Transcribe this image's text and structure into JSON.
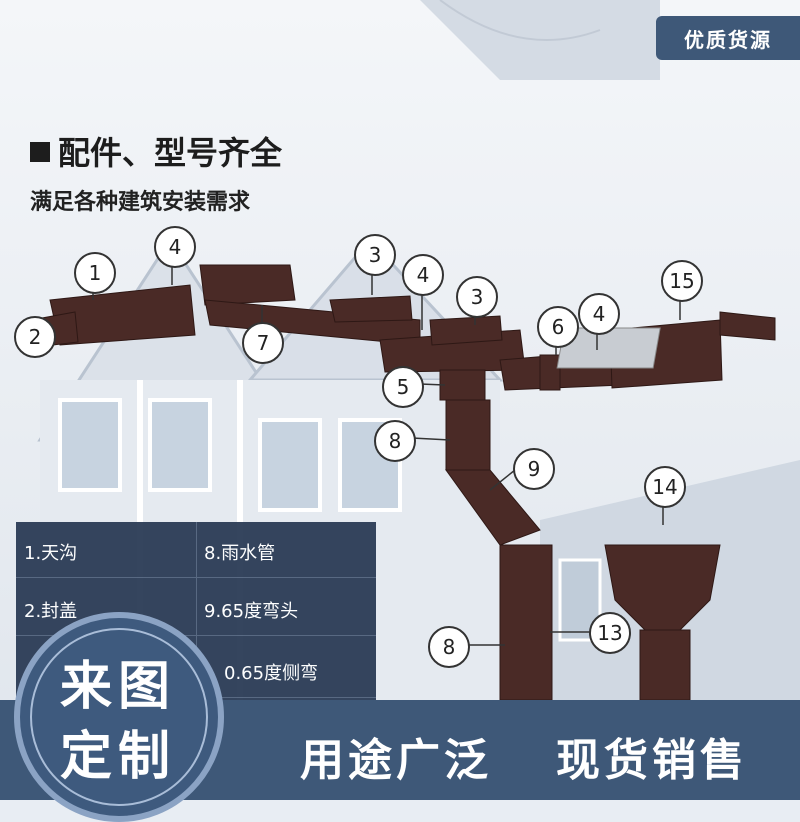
{
  "badge": "优质货源",
  "heading": "配件、型号齐全",
  "subheading": "满足各种建筑安装需求",
  "callouts": {
    "c1": "1",
    "c2": "2",
    "c3a": "3",
    "c3b": "3",
    "c4a": "4",
    "c4b": "4",
    "c4c": "4",
    "c5": "5",
    "c6": "6",
    "c7": "7",
    "c8a": "8",
    "c8b": "8",
    "c9": "9",
    "c13": "13",
    "c14": "14",
    "c15": "15"
  },
  "parts_table": {
    "rows": [
      [
        "1.天沟",
        "8.雨水管"
      ],
      [
        "2.封盖",
        "9.65度弯头"
      ],
      [
        "",
        "0.65度侧弯"
      ]
    ]
  },
  "stamp": {
    "line1": "来图",
    "line2": "定制"
  },
  "bottom": {
    "left": "用途广泛",
    "right": "现货销售"
  },
  "colors": {
    "navy": "#3e5878",
    "gutter": "#4a2a26",
    "table_bg": "#2d3e58"
  }
}
